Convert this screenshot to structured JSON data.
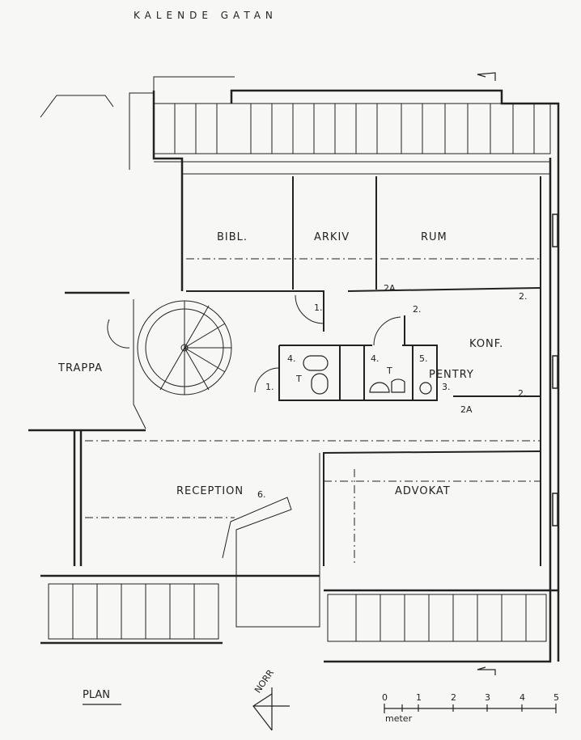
{
  "street": "KALENDE GATAN",
  "rooms": {
    "bibl": "BIBL.",
    "arkiv": "ARKIV",
    "rum": "RUM",
    "trappa": "TRAPPA",
    "konf": "KONF.",
    "pentry": "PENTRY",
    "reception": "RECEPTION",
    "advokat": "ADVOKAT"
  },
  "markers": {
    "door_1a": "1.",
    "door_1b": "1.",
    "door_2a_top": "2A",
    "door_2_top": "2.",
    "door_2_right": "2.",
    "door_2_konf": "2.",
    "door_2a_bottom": "2A",
    "wc_4a": "4.",
    "wc_4b": "4.",
    "wc_ta": "T",
    "wc_tb": "T",
    "item_5": "5.",
    "item_3": "3.",
    "item_6": "6."
  },
  "legend": {
    "plan": "PLAN",
    "north": "NORR",
    "scale_ticks": [
      "0",
      "1",
      "2",
      "3",
      "4",
      "5"
    ],
    "scale_unit": "meter"
  }
}
